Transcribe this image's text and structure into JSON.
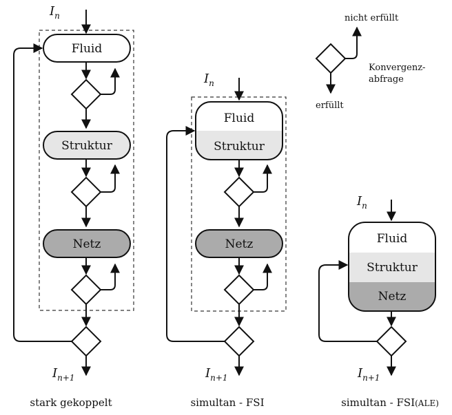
{
  "colors": {
    "white_box": "#ffffff",
    "light_box": "#e6e6e6",
    "dark_box": "#ababab",
    "stroke": "#111111"
  },
  "labels": {
    "fluid": "Fluid",
    "struktur": "Struktur",
    "netz": "Netz",
    "iter_in_base": "I",
    "iter_in_sub": "n",
    "iter_out_base": "I",
    "iter_out_sub": "n+1"
  },
  "legend": {
    "not_satisfied": "nicht erfüllt",
    "satisfied": "erfüllt",
    "convergence_line1": "Konvergenz-",
    "convergence_line2": "abfrage"
  },
  "captions": {
    "left": "stark gekoppelt",
    "middle": "simultan - FSI",
    "right_main": "simultan - FSI",
    "right_paren": "(ALE)"
  }
}
